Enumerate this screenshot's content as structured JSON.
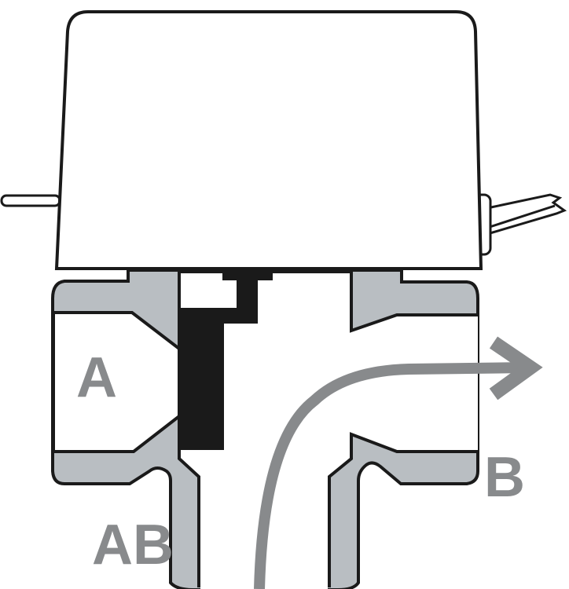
{
  "diagram": {
    "ports": {
      "a": "A",
      "b": "B",
      "ab": "AB"
    },
    "colors": {
      "body": "#b9bec2",
      "outline": "#1a1a1a",
      "plug": "#1a1a1a",
      "flow": "#888a8c",
      "actuator": "#ffffff"
    }
  }
}
